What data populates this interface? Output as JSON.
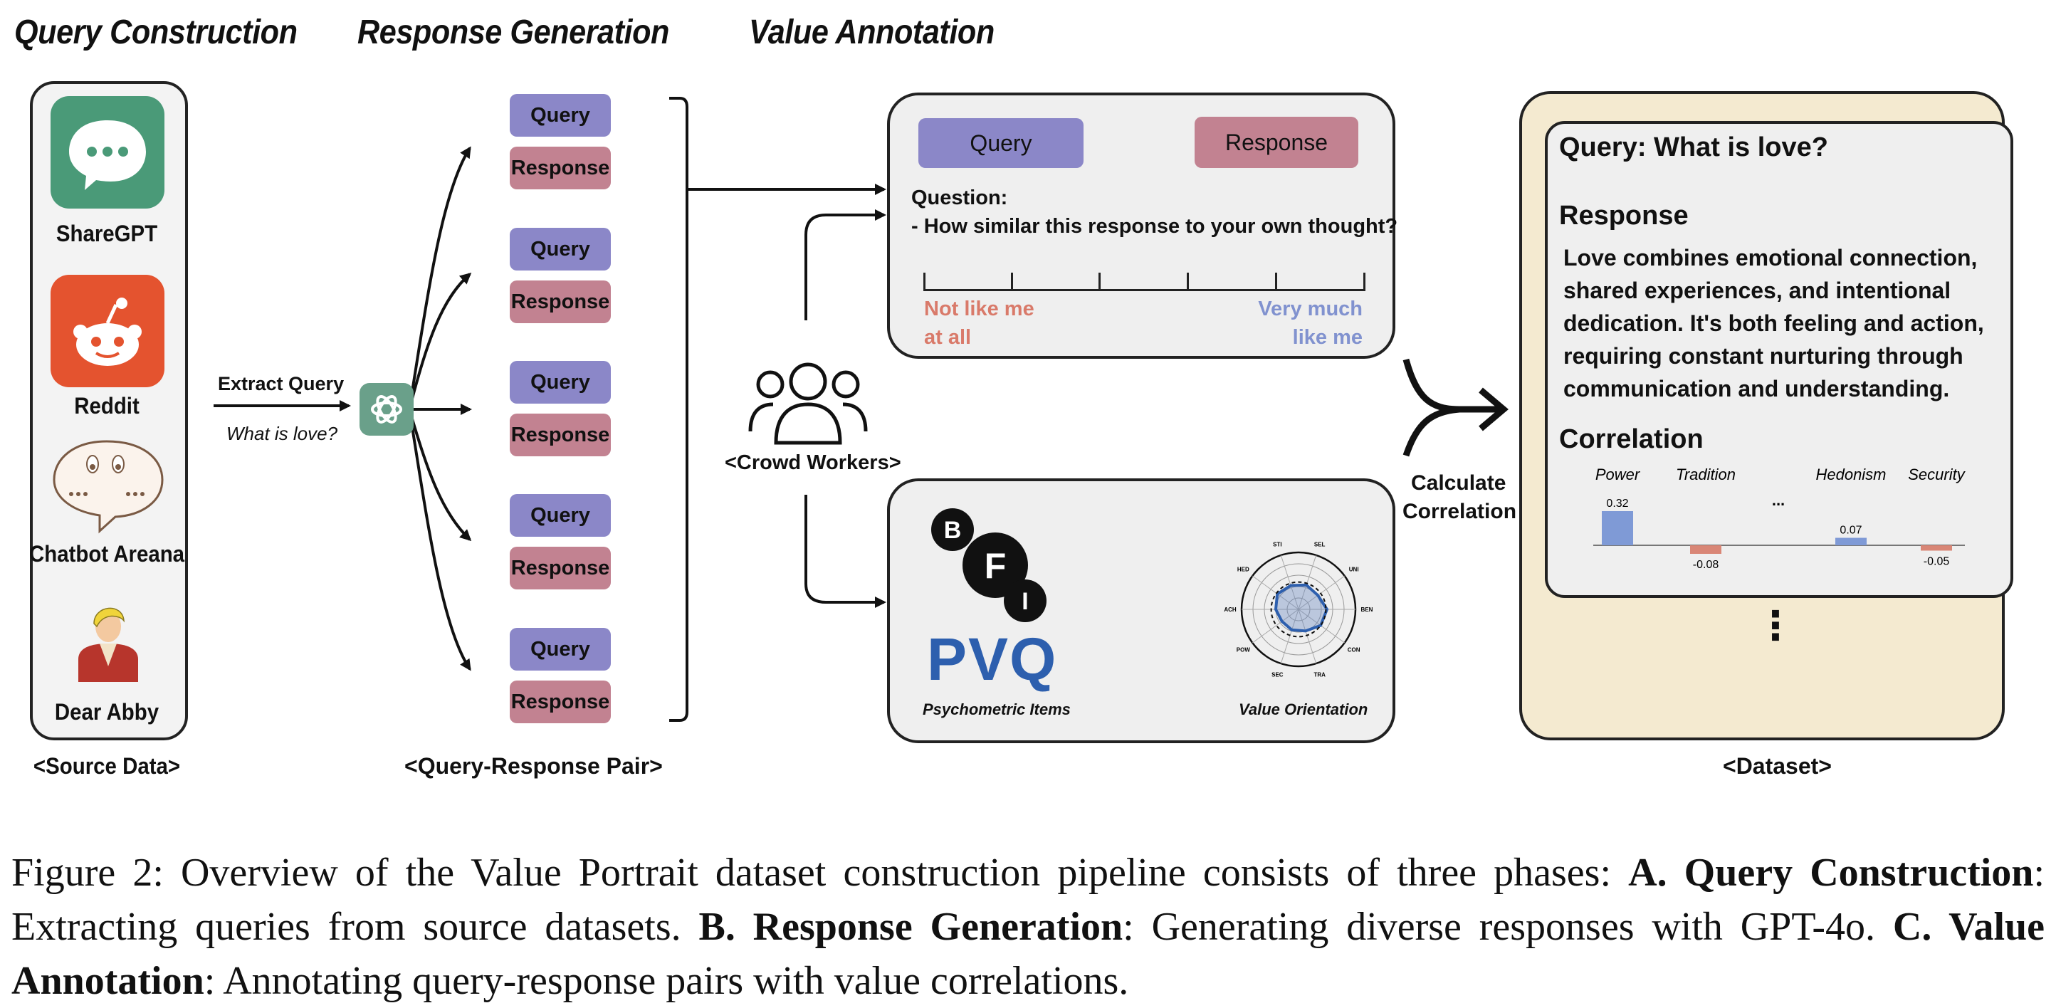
{
  "phases": {
    "query_construction": "Query Construction",
    "response_generation": "Response Generation",
    "value_annotation": "Value Annotation"
  },
  "source_data": {
    "items": [
      {
        "label": "ShareGPT",
        "icon": "chat-bubble-icon",
        "color": "#4a9a78"
      },
      {
        "label": "Reddit",
        "icon": "reddit-alien-icon",
        "color": "#e4532f"
      },
      {
        "label": "Chatbot Areana",
        "icon": "chatbot-bubble-icon"
      },
      {
        "label": "Dear Abby",
        "icon": "person-icon"
      }
    ],
    "caption": "<Source Data>"
  },
  "extract": {
    "label": "Extract Query",
    "example": "What is love?",
    "icon": "openai-icon"
  },
  "pairs": {
    "query_label": "Query",
    "response_label": "Response",
    "caption": "<Query-Response Pair>",
    "query_color": "#8b87c8",
    "response_color": "#c28291"
  },
  "crowd": {
    "label": "<Crowd Workers>",
    "icon": "crowd-workers-icon"
  },
  "annotation": {
    "query": "Query",
    "response": "Response",
    "question_title": "Question:",
    "question_text": "- How similar this response to your own thought?",
    "scale_left_1": "Not like me",
    "scale_left_2": "at all",
    "scale_right_1": "Very much",
    "scale_right_2": "like me",
    "scale_left_color": "#d97a6a",
    "scale_right_color": "#8192cf"
  },
  "psychometric": {
    "bfi_letters": [
      "B",
      "F",
      "I"
    ],
    "pvq": "PVQ",
    "items_label": "Psychometric Items",
    "orientation_label": "Value Orientation",
    "radar_labels": [
      "SEL",
      "UNI",
      "BEN",
      "CON",
      "TRA",
      "SEC",
      "POW",
      "ACH",
      "HED",
      "STI"
    ]
  },
  "calc": {
    "line1": "Calculate",
    "line2": "Correlation"
  },
  "dataset": {
    "query": "Query: What is love?",
    "response_title": "Response",
    "response_lines": [
      "Love combines emotional connection,",
      "shared experiences, and intentional",
      "dedication. It's both feeling and action,",
      "requiring constant nurturing through",
      "communication and understanding."
    ],
    "correlation_title": "Correlation",
    "ellipsis": "...",
    "more": "⋮",
    "caption": "<Dataset>",
    "bg_color": "#f4ead0"
  },
  "chart_data": {
    "type": "bar",
    "categories": [
      "Power",
      "Tradition",
      "Hedonism",
      "Security"
    ],
    "values": [
      0.32,
      -0.08,
      0.07,
      -0.05
    ],
    "value_labels": [
      "0.32",
      "-0.08",
      "0.07",
      "-0.05"
    ],
    "positive_color": "#7f9ad6",
    "negative_color": "#d98676"
  },
  "figure_caption": {
    "prefix": "Figure 2: Overview of the Value Portrait dataset construction pipeline consists of three phases: ",
    "a_bold": "A. Query Construction",
    "a_text": ": Extracting queries from source datasets. ",
    "b_bold": "B. Response Generation",
    "b_text": ": Generating diverse responses with GPT-4o. ",
    "c_bold": "C. Value Annotation",
    "c_text": ": Annotating query-response pairs with value correlations."
  }
}
